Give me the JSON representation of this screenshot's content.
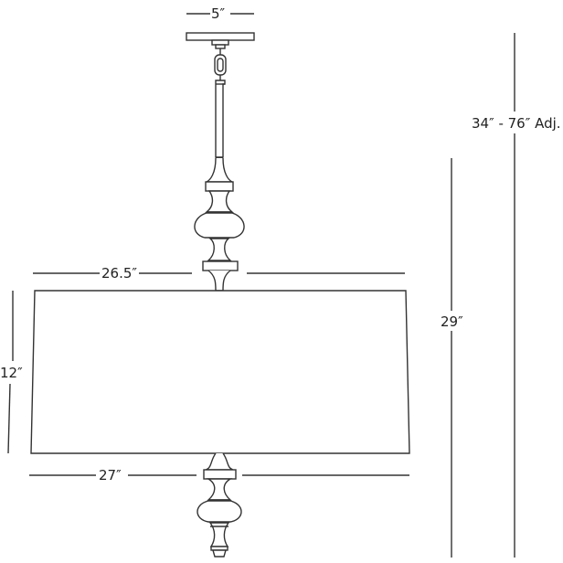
{
  "diagram": {
    "subject": "pendant chandelier dimension drawing",
    "stroke_color": "#333333",
    "background": "#ffffff",
    "dimensions": {
      "canopy_width": "5″",
      "overall_height": "34″ - 76″ Adj.",
      "fixture_height": "29″",
      "shade_top_width": "26.5″",
      "shade_bottom_width": "27″",
      "shade_height": "12″"
    }
  }
}
